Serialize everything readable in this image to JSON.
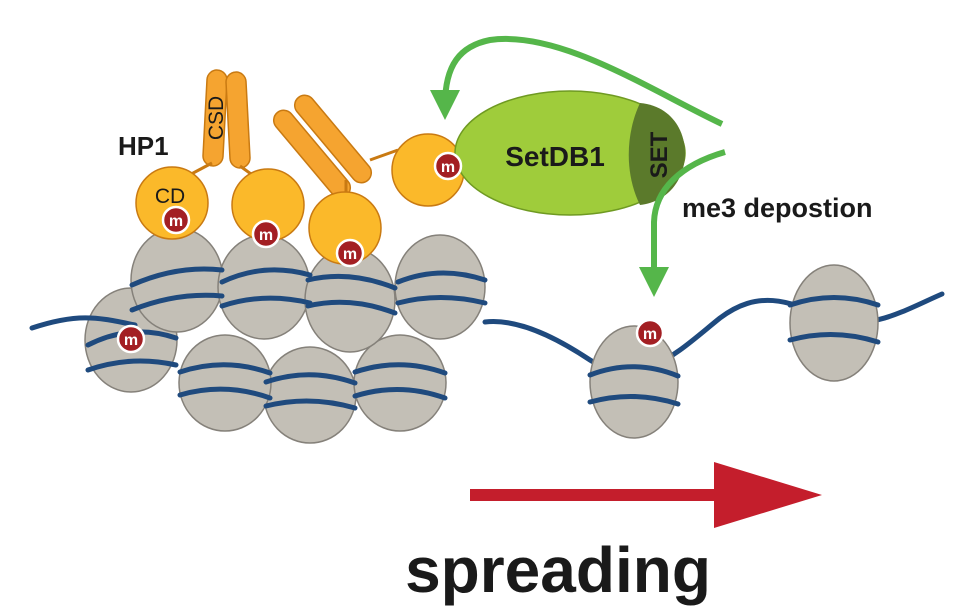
{
  "labels": {
    "hp1": "HP1",
    "csd": "CSD",
    "cd": "CD",
    "setdb1": "SetDB1",
    "set": "SET",
    "me3": "me3 depostion",
    "spreading": "spreading",
    "methyl_mark": "m"
  },
  "colors": {
    "nucleosome_fill": "#c3bfb6",
    "nucleosome_stroke": "#85817a",
    "dna": "#1f4a7e",
    "hp1_fill": "#f5a430",
    "hp1_stroke": "#c97a12",
    "cd_fill": "#fbb92a",
    "setdb1_fill": "#9fcc3b",
    "set_fill": "#5b7a2b",
    "arrow_green": "#55b64a",
    "spread_arrow": "#c41e2c",
    "mark_fill": "#a31f23"
  }
}
